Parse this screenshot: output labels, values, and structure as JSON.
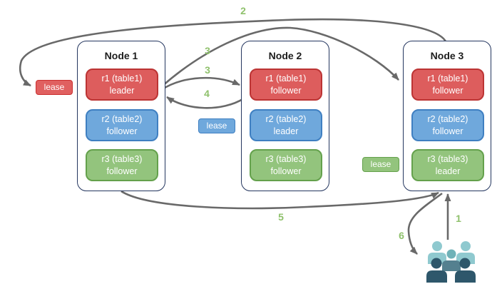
{
  "diagram_title": "range-lease-replication-diagram",
  "colors": {
    "replica_red": "#dd5d5d",
    "replica_red_border": "#bc3434",
    "replica_blue": "#6fa8dc",
    "replica_blue_border": "#3f7fc1",
    "replica_green": "#93c47d",
    "replica_green_border": "#64a14c",
    "node_border": "#24365f",
    "arrow_gray": "#696969",
    "step_label_green": "#8fc16c",
    "users_back": "#8fc9cf",
    "users_middle_head": "#6fb2b8",
    "users_middle_body": "#54808f",
    "users_front": "#2e576b"
  },
  "nodes": [
    {
      "title": "Node 1",
      "replicas": [
        {
          "name": "r1 (table1)",
          "role": "leader",
          "color": "red"
        },
        {
          "name": "r2 (table2)",
          "role": "follower",
          "color": "blue"
        },
        {
          "name": "r3 (table3)",
          "role": "follower",
          "color": "green"
        }
      ]
    },
    {
      "title": "Node 2",
      "replicas": [
        {
          "name": "r1 (table1)",
          "role": "follower",
          "color": "red"
        },
        {
          "name": "r2 (table2)",
          "role": "leader",
          "color": "blue"
        },
        {
          "name": "r3 (table3)",
          "role": "follower",
          "color": "green"
        }
      ]
    },
    {
      "title": "Node 3",
      "replicas": [
        {
          "name": "r1 (table1)",
          "role": "follower",
          "color": "red"
        },
        {
          "name": "r2 (table2)",
          "role": "follower",
          "color": "blue"
        },
        {
          "name": "r3 (table3)",
          "role": "leader",
          "color": "green"
        }
      ]
    }
  ],
  "leases": [
    {
      "label": "lease",
      "color": "red",
      "attached_to": "Node 1 r1 leader"
    },
    {
      "label": "lease",
      "color": "blue",
      "attached_to": "Node 2 r2 leader"
    },
    {
      "label": "lease",
      "color": "green",
      "attached_to": "Node 3 r3 leader"
    }
  ],
  "steps": [
    {
      "label": "1",
      "arrow": "users to Node 3 bottom"
    },
    {
      "label": "2",
      "arrow": "Node 3 top to red lease at Node 1"
    },
    {
      "label": "3",
      "arrow": "Node 1 r1 leader to Node 3 r1 follower"
    },
    {
      "label": "3",
      "arrow": "Node 1 r1 leader to Node 2 r1 follower"
    },
    {
      "label": "4",
      "arrow": "Node 2 r1 follower back to Node 1 r1 leader"
    },
    {
      "label": "5",
      "arrow": "Node 1 bottom to Node 3 bottom"
    },
    {
      "label": "6",
      "arrow": "Node 3 bottom to users"
    }
  ]
}
